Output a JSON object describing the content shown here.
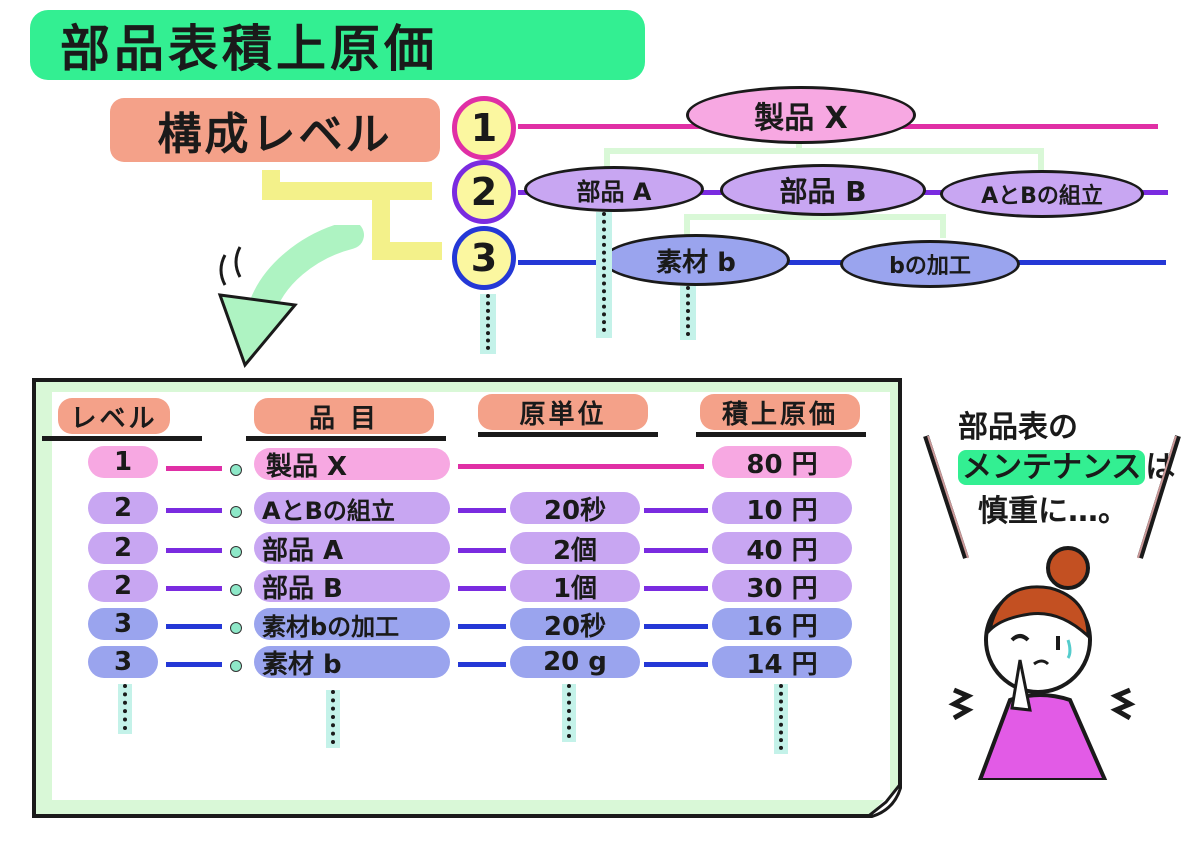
{
  "title": "部品表積上原価",
  "level_label": "構成レベル",
  "levels": [
    "1",
    "2",
    "3"
  ],
  "tree": {
    "level1": [
      "製品 X"
    ],
    "level2": [
      "部品 A",
      "部品 B",
      "AとBの組立"
    ],
    "level3": [
      "素材 b",
      "bの加工"
    ]
  },
  "table": {
    "headers": [
      "レベル",
      "品 目",
      "原単位",
      "積上原価"
    ],
    "rows": [
      {
        "level": "1",
        "item": "製品 X",
        "unit": "",
        "cost": "80 円"
      },
      {
        "level": "2",
        "item": "AとBの組立",
        "unit": "20秒",
        "cost": "10 円"
      },
      {
        "level": "2",
        "item": "部品 A",
        "unit": "2個",
        "cost": "40 円"
      },
      {
        "level": "2",
        "item": "部品 B",
        "unit": "1個",
        "cost": "30 円"
      },
      {
        "level": "3",
        "item": "素材bの加工",
        "unit": "20秒",
        "cost": "16 円"
      },
      {
        "level": "3",
        "item": "素材 b",
        "unit": "20 g",
        "cost": "14 円"
      }
    ]
  },
  "note": {
    "line1": "部品表の",
    "line2_highlight": "メンテナンス",
    "line2_rest": "は",
    "line3": "慎重に…。"
  },
  "colors": {
    "level1": "#f7a8e2",
    "level2": "#c8a6f2",
    "level3": "#9aa4ee",
    "line1": "#e02fa5",
    "line2": "#7a2be0",
    "line3": "#2438d6",
    "green": "#33ef92",
    "salmon": "#f4a189"
  }
}
